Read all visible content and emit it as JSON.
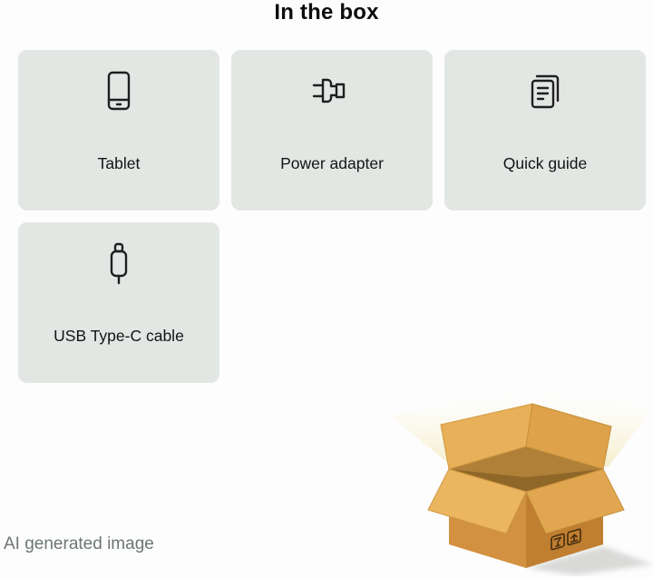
{
  "page": {
    "title": "In the box",
    "footer_note": "AI generated image"
  },
  "cards": [
    {
      "label": "Tablet",
      "icon": "tablet-icon"
    },
    {
      "label": "Power adapter",
      "icon": "power-adapter-icon"
    },
    {
      "label": "Quick guide",
      "icon": "quick-guide-icon"
    },
    {
      "label": "USB Type-C cable",
      "icon": "usb-type-c-cable-icon"
    }
  ],
  "illustration": {
    "name": "open-cardboard-box"
  },
  "colors": {
    "card_background": "#e3e7e4",
    "text": "#141414",
    "footer_text": "#6d7672",
    "box_front": "#d29140",
    "box_side": "#c07f30",
    "box_flap": "#e8b058",
    "light_ray": "#f5ecc6",
    "shadow": "#d9dad8"
  }
}
